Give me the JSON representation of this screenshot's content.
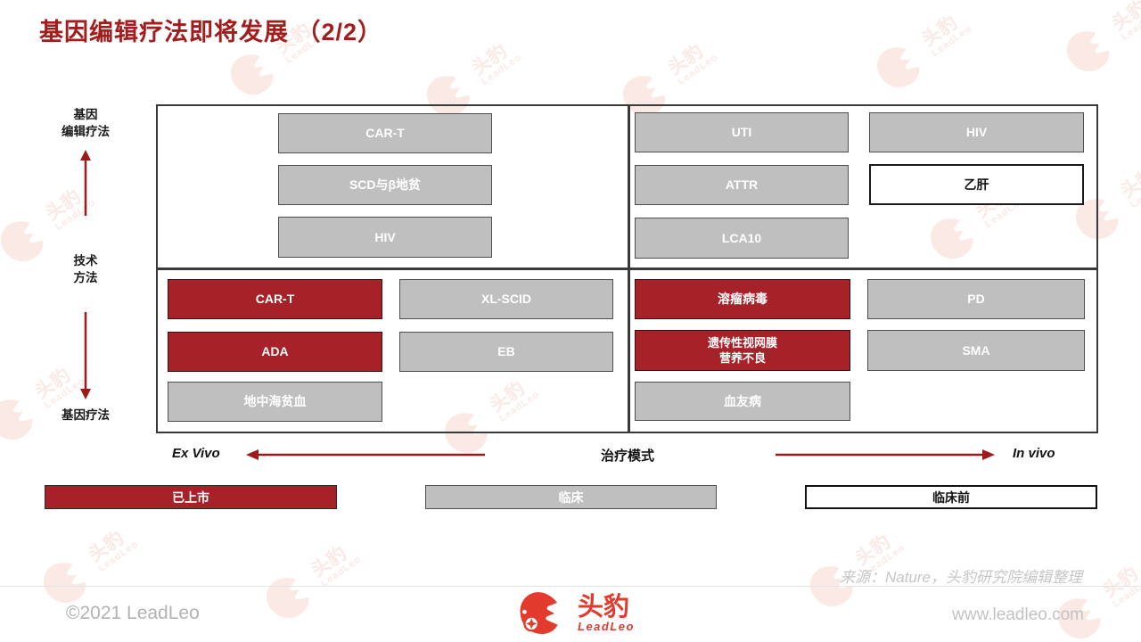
{
  "slide": {
    "title": "基因编辑疗法即将发展 （2/2）",
    "source": "来源：Nature，头豹研究院编辑整理",
    "copyright": "©2021 LeadLeo",
    "website": "www.leadleo.com"
  },
  "logo": {
    "cn": "头豹",
    "en": "LeadLeo"
  },
  "watermark": {
    "cn": "头豹",
    "en": "LeadLeo"
  },
  "axes": {
    "y_top": "基因\n编辑疗法",
    "y_mid": "技术\n方法",
    "y_bottom": "基因疗法",
    "x_left": "Ex Vivo",
    "x_center": "治疗模式",
    "x_right": "In vivo"
  },
  "legend": [
    {
      "label": "已上市",
      "status": "marketed",
      "color": "#A72129"
    },
    {
      "label": "临床",
      "status": "clinical",
      "color": "#BFBFBF"
    },
    {
      "label": "临床前",
      "status": "preclinical",
      "color": "#FFFFFF"
    }
  ],
  "matrix": {
    "top_left": [
      {
        "label": "CAR-T",
        "status": "临床"
      },
      {
        "label": "SCD与β地贫",
        "status": "临床"
      },
      {
        "label": "HIV",
        "status": "临床"
      }
    ],
    "top_right": [
      {
        "label": "UTI",
        "status": "临床"
      },
      {
        "label": "HIV",
        "status": "临床"
      },
      {
        "label": "ATTR",
        "status": "临床"
      },
      {
        "label": "乙肝",
        "status": "临床前"
      },
      {
        "label": "LCA10",
        "status": "临床"
      }
    ],
    "bottom_left": [
      {
        "label": "CAR-T",
        "status": "已上市"
      },
      {
        "label": "XL-SCID",
        "status": "临床"
      },
      {
        "label": "ADA",
        "status": "已上市"
      },
      {
        "label": "EB",
        "status": "临床"
      },
      {
        "label": "地中海贫血",
        "status": "临床"
      }
    ],
    "bottom_right": [
      {
        "label": "溶瘤病毒",
        "status": "已上市"
      },
      {
        "label": "PD",
        "status": "临床"
      },
      {
        "label": "遗传性视网膜\n营养不良",
        "status": "已上市"
      },
      {
        "label": "SMA",
        "status": "临床"
      },
      {
        "label": "血友病",
        "status": "临床"
      }
    ]
  }
}
